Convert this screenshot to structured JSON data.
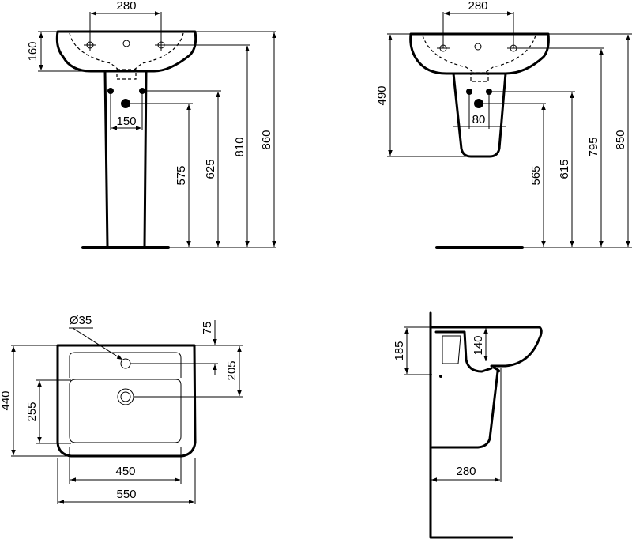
{
  "views": {
    "pedestal_front": {
      "dims": {
        "tap_spacing": "280",
        "basin_height": "160",
        "supply_spacing": "150",
        "waste_height": "575",
        "supply_height": "625",
        "tap_height": "810",
        "rim_height": "860"
      }
    },
    "semi_pedestal_front": {
      "dims": {
        "tap_spacing": "280",
        "pedestal_drop": "490",
        "supply_spacing": "80",
        "waste_height": "565",
        "supply_height": "615",
        "tap_height": "795",
        "rim_height": "850"
      }
    },
    "plan": {
      "dims": {
        "tap_hole": "Ø35",
        "tap_offset": "75",
        "waste_offset": "205",
        "depth": "440",
        "bowl_depth": "255",
        "bowl_width": "450",
        "width": "550"
      }
    },
    "side": {
      "dims": {
        "overall_height": "185",
        "bowl_height": "140",
        "projection": "280"
      }
    }
  }
}
